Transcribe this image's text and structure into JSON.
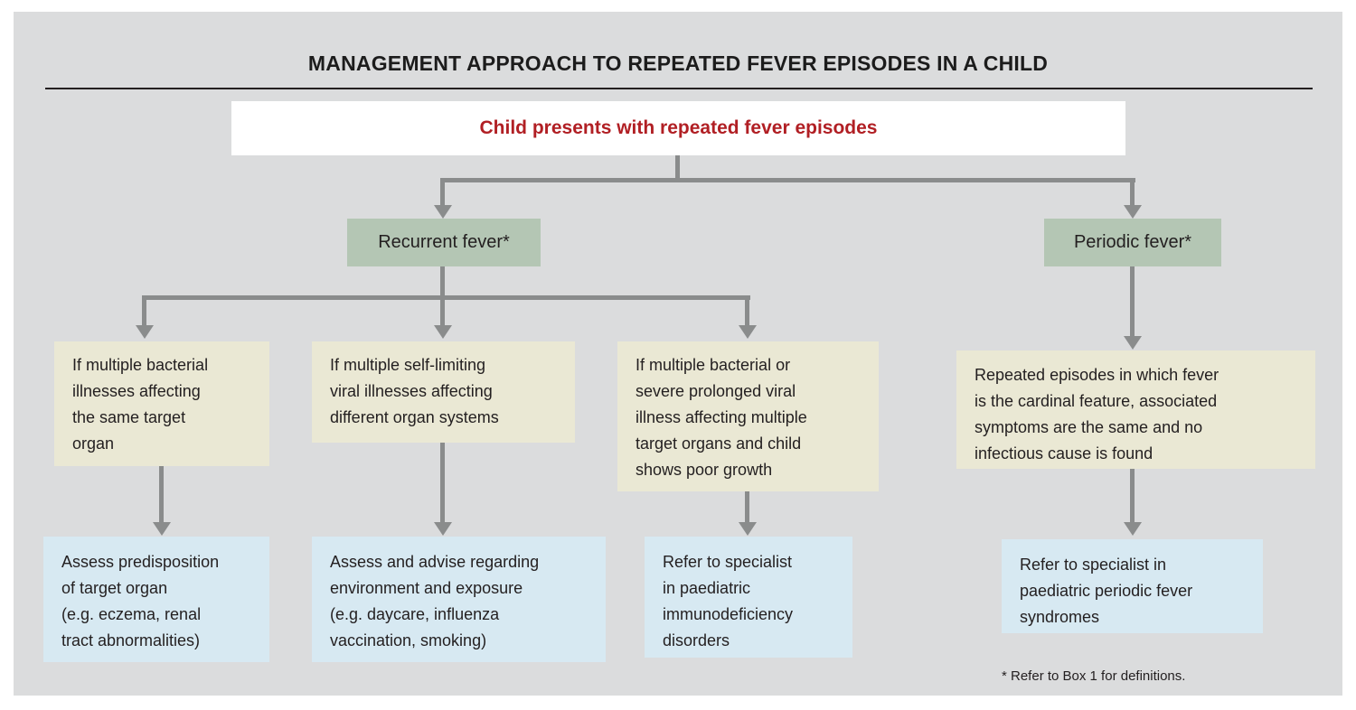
{
  "title": "MANAGEMENT APPROACH TO REPEATED FEVER EPISODES IN A CHILD",
  "root": {
    "label": "Child presents with repeated fever episodes"
  },
  "branches": [
    {
      "id": "recurrent",
      "label": "Recurrent fever*"
    },
    {
      "id": "periodic",
      "label": "Periodic fever*"
    }
  ],
  "criteria": [
    {
      "text": "If multiple bacterial\nillnesses affecting\nthe same target\norgan"
    },
    {
      "text": "If multiple self-limiting\nviral illnesses affecting\ndifferent organ systems"
    },
    {
      "text": "If multiple bacterial or\nsevere prolonged viral\nillness affecting multiple\ntarget organs and child\nshows poor growth"
    },
    {
      "text": "Repeated episodes in which fever\nis the cardinal feature, associated\nsymptoms are the same and no\ninfectious cause is found"
    }
  ],
  "actions": [
    {
      "text": "Assess predisposition\nof target organ\n(e.g. eczema, renal\ntract abnormalities)"
    },
    {
      "text": "Assess and advise regarding\nenvironment and exposure\n(e.g. daycare, influenza\nvaccination, smoking)"
    },
    {
      "text": "Refer to specialist\nin paediatric\nimmunodeficiency\ndisorders"
    },
    {
      "text": "Refer to specialist in\npaediatric periodic fever\nsyndromes"
    }
  ],
  "footnote": "* Refer to Box 1 for definitions.",
  "colors": {
    "panel_bg": "#dbdcdd",
    "root_bg": "#ffffff",
    "root_text": "#b11f24",
    "decision_box": "#b4c6b4",
    "criteria_box": "#eae8d4",
    "action_box": "#d7e9f2",
    "connector": "#8a8c8c",
    "text": "#231f20"
  }
}
